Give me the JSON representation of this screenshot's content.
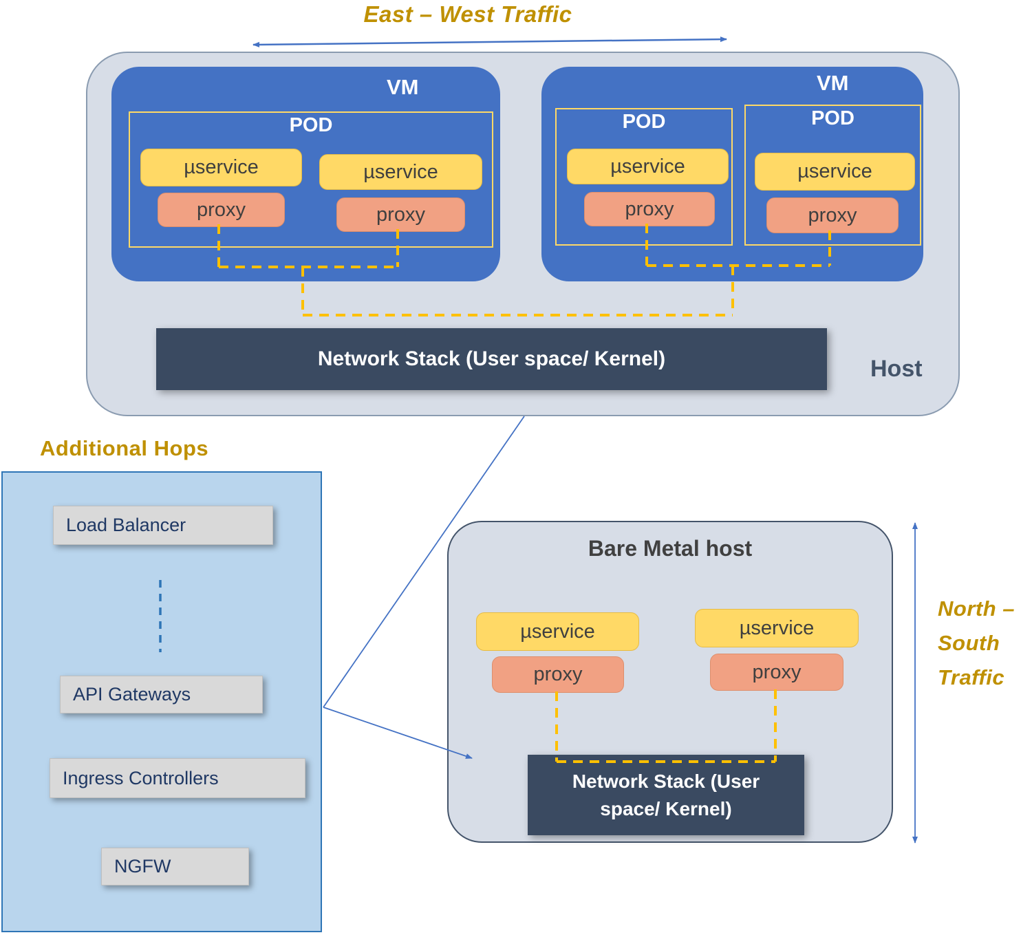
{
  "labels": {
    "east_west": "East – West Traffic",
    "north_south": [
      "North –",
      "South",
      "Traffic"
    ]
  },
  "host": {
    "label": "Host",
    "network_stack_label": "Network Stack (User space/ Kernel)",
    "vms": [
      {
        "label": "VM",
        "pods": [
          {
            "label": "POD",
            "services": [
              {
                "service_label": "µservice",
                "proxy_label": "proxy"
              },
              {
                "service_label": "µservice",
                "proxy_label": "proxy"
              }
            ]
          }
        ]
      },
      {
        "label": "VM",
        "pods": [
          {
            "label": "POD",
            "services": [
              {
                "service_label": "µservice",
                "proxy_label": "proxy"
              }
            ]
          },
          {
            "label": "POD",
            "services": [
              {
                "service_label": "µservice",
                "proxy_label": "proxy"
              }
            ]
          }
        ]
      }
    ]
  },
  "bare_metal_host": {
    "label": "Bare Metal host",
    "network_stack_label": "Network Stack (User space/ Kernel)",
    "services": [
      {
        "service_label": "µservice",
        "proxy_label": "proxy"
      },
      {
        "service_label": "µservice",
        "proxy_label": "proxy"
      }
    ]
  },
  "additional_hops": {
    "title": "Additional Hops",
    "items": [
      "Load Balancer",
      "API Gateways",
      "Ingress Controllers",
      "NGFW"
    ]
  },
  "colors": {
    "gold_label": "#bf9000",
    "vm_blue": "#4472c4",
    "uservice_yellow": "#ffd966",
    "proxy_salmon": "#f1a183",
    "host_gray_blue": "#d7dde7",
    "network_stack_dark": "#3a4a61",
    "hops_panel_blue": "#b9d5ed",
    "hop_item_gray": "#d9d9d9",
    "dashed_connector_yellow": "#ffc000",
    "line_blue": "#4472c4"
  }
}
